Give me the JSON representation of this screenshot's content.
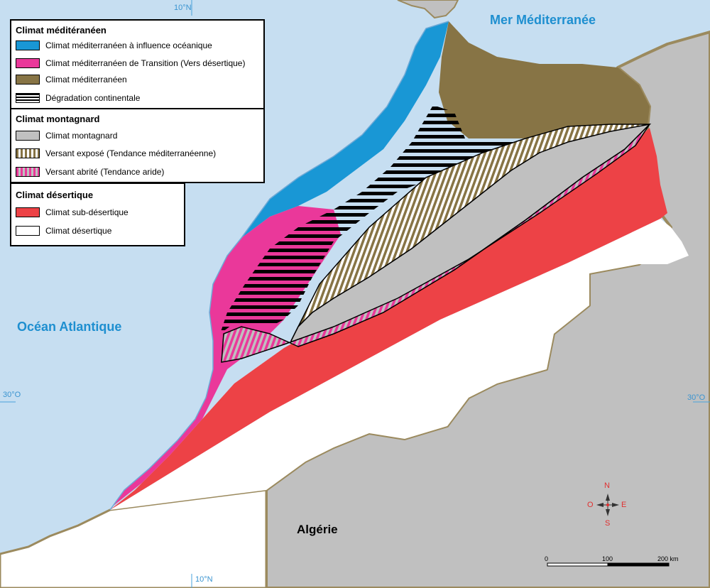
{
  "map": {
    "sea_labels": {
      "atlantic": "Océan Atlantique",
      "mediterranean": "Mer Méditerranée"
    },
    "country_label": "Algérie",
    "graticule": {
      "lon_top": "10°N",
      "lon_bottom": "10°N",
      "lat_left": "30°O",
      "lat_right": "30°O"
    },
    "compass": {
      "north": "N",
      "south": "S",
      "east": "E",
      "west": "O"
    },
    "scale": {
      "tick_0": "0",
      "tick_100": "100",
      "tick_200": "200 km"
    },
    "colors": {
      "sea": "#c6def1",
      "land_other": "#c0c0c0",
      "border": "#9b8a5e",
      "oceanic": "#1997d5",
      "transition": "#ea389a",
      "mediterranean": "#877445",
      "mountain": "#c0c0c0",
      "subdesert": "#ed4246",
      "desert": "#ffffff",
      "label_blue": "#1e8fd0"
    }
  },
  "legend": {
    "mediterranean": {
      "title": "Climat méditéranéen",
      "items": [
        "Climat méditerranéen à influence océanique",
        "Climat méditerranéen de Transition (Vers désertique)",
        "Climat méditerranéen",
        "Dégradation continentale"
      ]
    },
    "mountain": {
      "title": "Climat montagnard",
      "items": [
        "Climat montagnard",
        "Versant exposé (Tendance méditerranéenne)",
        "Versant abrité (Tendance aride)"
      ]
    },
    "desert": {
      "title": "Climat désertique",
      "items": [
        "Climat sub-désertique",
        "Climat désertique"
      ]
    }
  }
}
